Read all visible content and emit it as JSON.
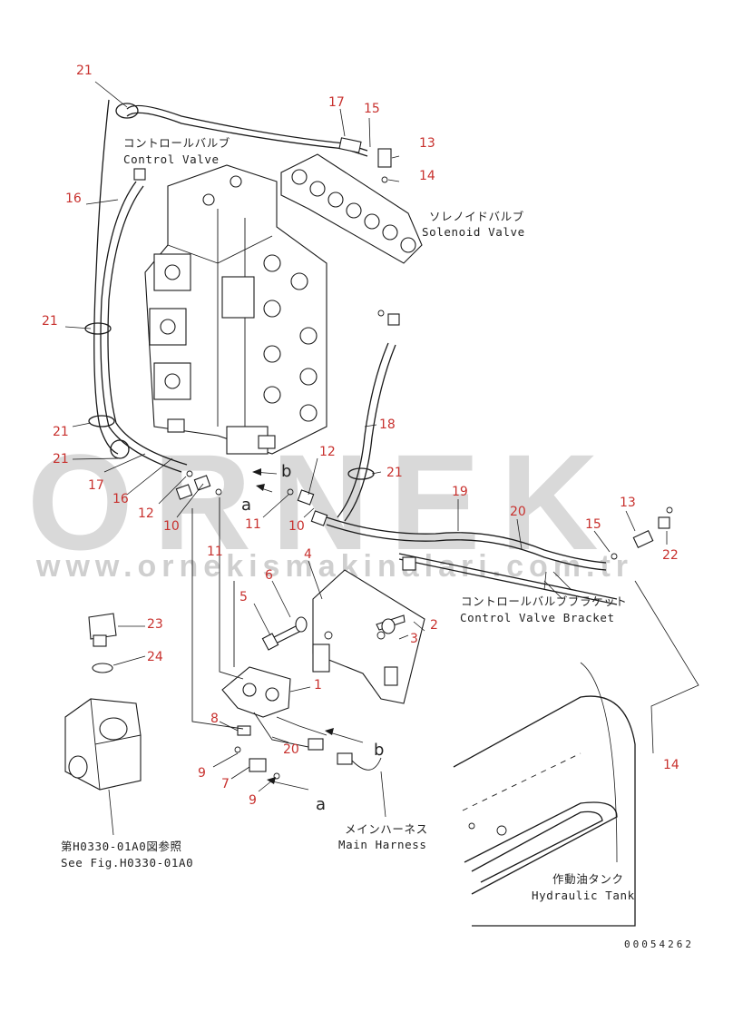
{
  "watermark": {
    "brand": "ORNEK",
    "url": "www.ornekismakinalari.com.tr"
  },
  "labels": {
    "control_valve_jp": "コントロールバルブ",
    "control_valve_en": "Control Valve",
    "solenoid_valve_jp": "ソレノイドバルブ",
    "solenoid_valve_en": "Solenoid Valve",
    "bracket_jp": "コントロールバルブブラケット",
    "bracket_en": "Control Valve Bracket",
    "harness_jp": "メインハーネス",
    "harness_en": "Main Harness",
    "tank_jp": "作動油タンク",
    "tank_en": "Hydraulic Tank",
    "see_fig_jp": "第H0330-01A0図参照",
    "see_fig_en": "See Fig.H0330-01A0"
  },
  "refs": {
    "a": "a",
    "b": "b"
  },
  "part_numbers": [
    "1",
    "2",
    "3",
    "4",
    "5",
    "6",
    "7",
    "8",
    "9",
    "9",
    "10",
    "10",
    "11",
    "11",
    "12",
    "12",
    "13",
    "13",
    "14",
    "14",
    "15",
    "15",
    "16",
    "16",
    "17",
    "17",
    "18",
    "19",
    "20",
    "20",
    "21",
    "21",
    "21",
    "21",
    "21",
    "22",
    "23",
    "24"
  ],
  "document_number": "00054262",
  "colors": {
    "callout": "#c8312e",
    "line": "#1a1a1a",
    "watermark": "#d9d9d9"
  }
}
